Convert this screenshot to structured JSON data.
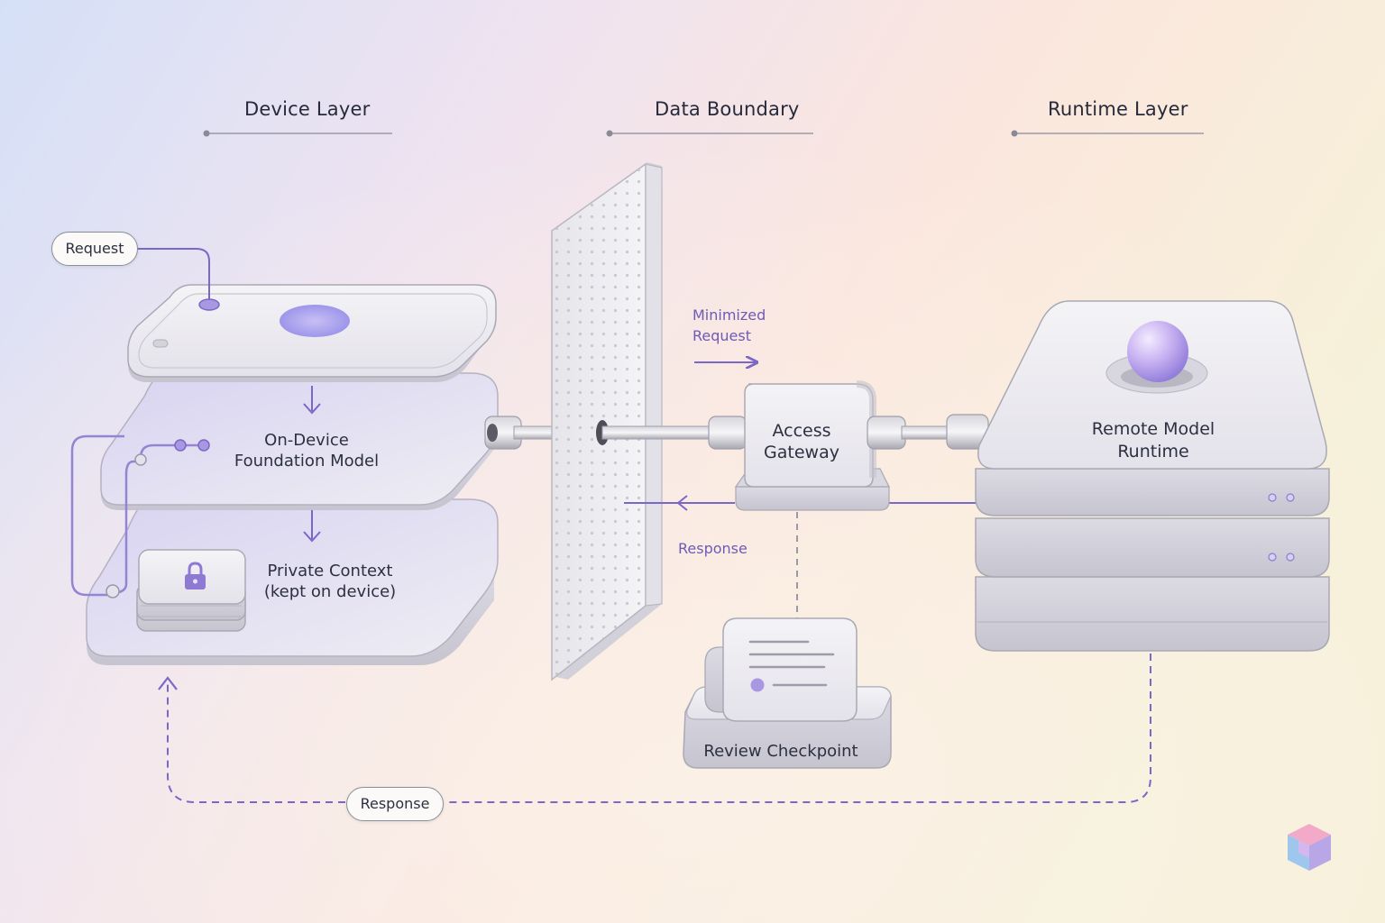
{
  "headings": {
    "device_layer": "Device Layer",
    "data_boundary": "Data Boundary",
    "runtime_layer": "Runtime Layer"
  },
  "nodes": {
    "request": "Request",
    "on_device_model": [
      "On-Device",
      "Foundation Model"
    ],
    "private_context": [
      "Private Context",
      "(kept on device)"
    ],
    "access_gateway": [
      "Access",
      "Gateway"
    ],
    "remote_runtime": [
      "Remote Model",
      "Runtime"
    ],
    "review_checkpoint": "Review Checkpoint"
  },
  "edges": {
    "minimized_request": [
      "Minimized",
      "Request"
    ],
    "response_inner": "Response",
    "response_outer": "Response"
  },
  "colors": {
    "accent_purple": "#7b67c7",
    "panel_gray": "#eceaf0",
    "outline": "#a9a9b4"
  },
  "icons": [
    "lock-icon",
    "orb-icon",
    "cube-logo-icon"
  ]
}
